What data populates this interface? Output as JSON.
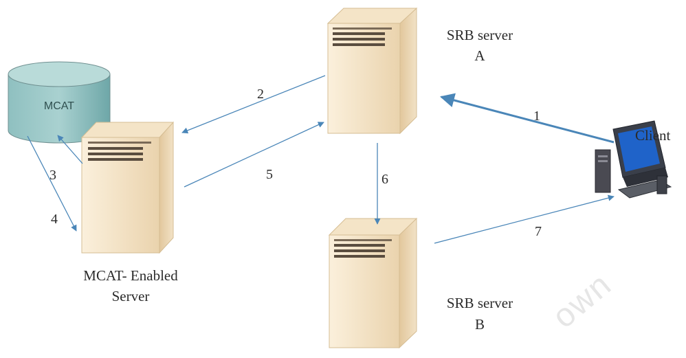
{
  "nodes": {
    "mcat_db": {
      "label": "MCAT"
    },
    "mcat_server": {
      "label_line1": "MCAT- Enabled",
      "label_line2": "Server"
    },
    "srb_a": {
      "label_line1": "SRB server",
      "label_line2": "A"
    },
    "srb_b": {
      "label_line1": "SRB server",
      "label_line2": "B"
    },
    "client": {
      "label": "Client"
    }
  },
  "edges": {
    "e1": "1",
    "e2": "2",
    "e3": "3",
    "e4": "4",
    "e5": "5",
    "e6": "6",
    "e7": "7"
  },
  "watermark": "own",
  "colors": {
    "arrow": "#4a86b8",
    "tower_fill": "#f5e7cf",
    "tower_edge": "#d9c4a0",
    "db": "#7fb3b4"
  }
}
